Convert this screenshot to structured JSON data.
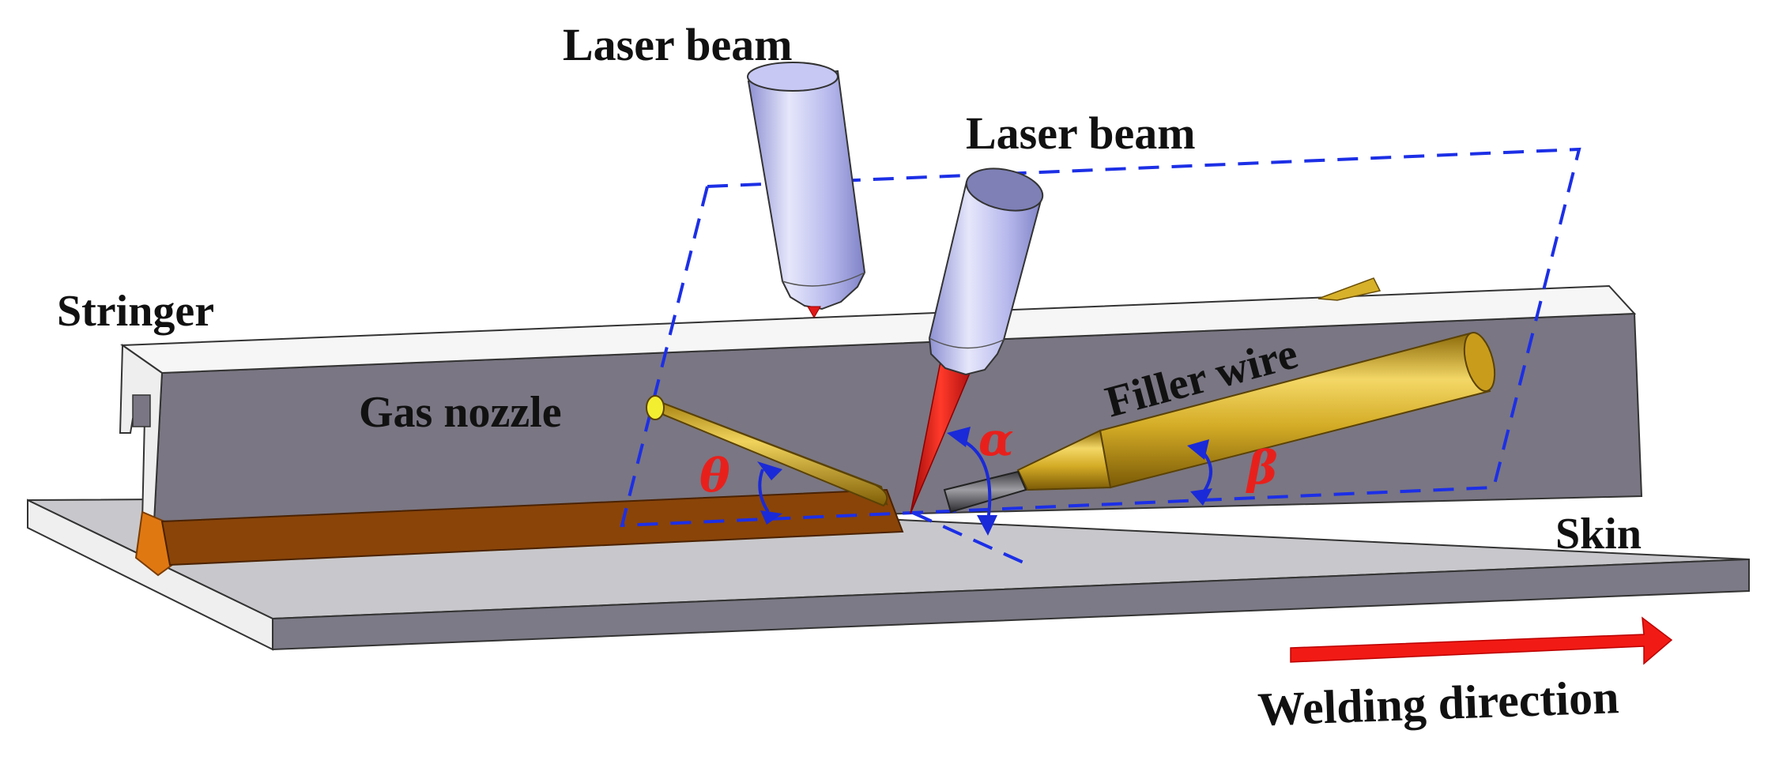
{
  "labels": {
    "laser_beam_1": "Laser beam",
    "laser_beam_2": "Laser beam",
    "stringer": "Stringer",
    "gas_nozzle": "Gas nozzle",
    "filler_wire": "Filler wire",
    "skin": "Skin",
    "welding_direction": "Welding direction"
  },
  "angles": {
    "theta": "θ",
    "alpha": "α",
    "beta": "β"
  },
  "colors": {
    "laser_head": "#b9bbee",
    "laser_beam": "#e01818",
    "stringer_face": "#7a7683",
    "stringer_top": "#f6f6f6",
    "skin_top": "#c8c8cc",
    "skin_edge": "#7c7a86",
    "weld_bead": "#8a4408",
    "brass": "#d7b12a",
    "dashed_plane": "#1c2fe6",
    "angle_arc": "#1a2ad8",
    "greek_label": "#e8201c",
    "direction_arrow": "#f21a14"
  }
}
